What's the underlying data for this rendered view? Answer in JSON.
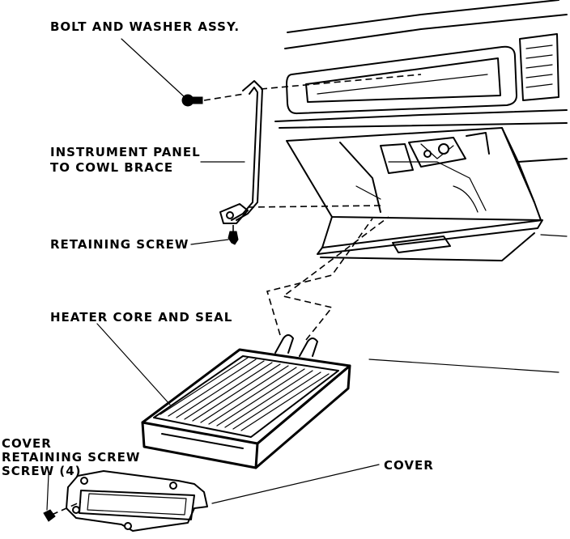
{
  "labels": {
    "bolt_washer": "BOLT AND WASHER ASSY.",
    "brace_line1": "INSTRUMENT PANEL",
    "brace_line2": "TO COWL BRACE",
    "retaining_screw": "RETAINING SCREW",
    "heater_core": "HEATER CORE AND SEAL",
    "cover_screw_line1": "COVER",
    "cover_screw_line2": "RETAINING SCREW",
    "cover_screw_line3": "SCREW (4)",
    "cover": "COVER"
  },
  "colors": {
    "ink": "#000000",
    "paper": "#ffffff"
  }
}
